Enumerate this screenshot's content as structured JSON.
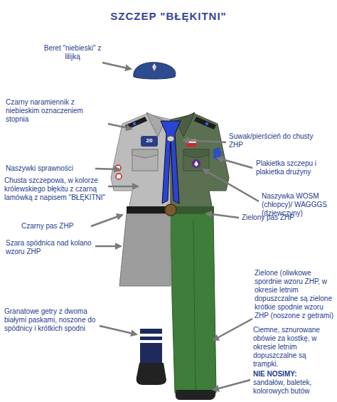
{
  "diagram": {
    "title": "SZCZEP \"BŁĘKITNI\"",
    "labels": [
      "Beret \"niebieski\" z lilijką",
      "Czarny naramiennik z niebieskim oznaczeniem stopnia",
      "Suwak/pierścień do chusty ZHP",
      "20",
      "Naszywki sprawności",
      "Plakietka szczepu i plakietka drużyny",
      "Chusta szczepowa, w kolorze królewskiego błękitu z czarną lamówką z napisem \"BŁĘKITNI\"",
      "Naszywka WOSM (chłopcy)/ WAGGGS (dziewczyny)",
      "Czarny pas ZHP",
      "Zielony pas ZHP",
      "Szara spódnica nad kolano wzoru ZHP",
      "Zielone (oliwkowe spordnie wzoru ZHP, w okresie letnim dopuszczalne są zielone krótkie spodnie wzoru ZHP (noszone z getrami)",
      "Granatowe getry z dwoma białymi paskami, noszone do spódnicy i krótkich spodni",
      "Ciemne, sznurowane obówie za kostkę, w okresie letnim dopuszczalne są trampki.",
      "NIE NOSIMY:",
      "sandałów, baletek, kolorowych butów"
    ]
  }
}
